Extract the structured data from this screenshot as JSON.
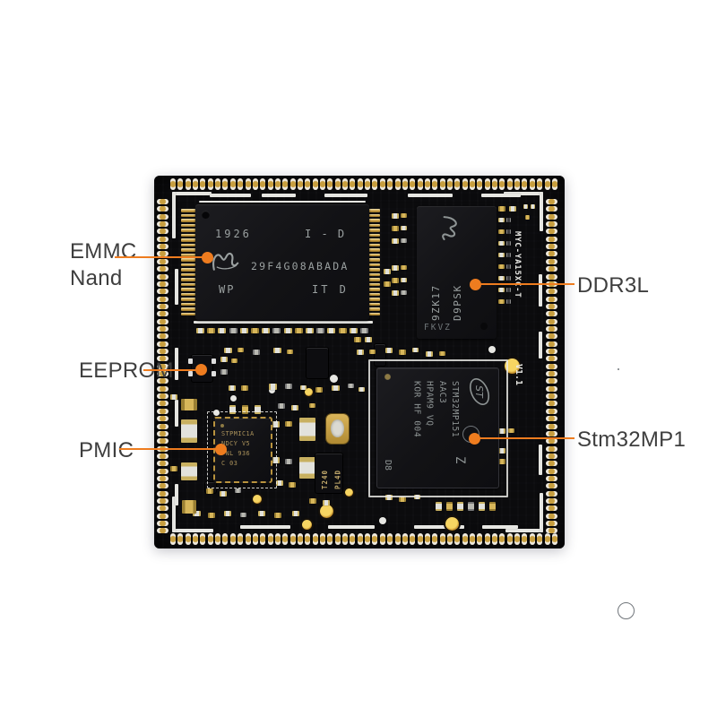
{
  "accent": "#EE7C1F",
  "callouts": {
    "emmc": {
      "label": "EMMC\nNand"
    },
    "eeprom": {
      "label": "EEPROM"
    },
    "pmic": {
      "label": "PMIC"
    },
    "ddr": {
      "label": "DDR3L"
    },
    "cpu": {
      "label": "Stm32MP1"
    }
  },
  "board": {
    "model_silkscreen": "MYC-YA15XC-T",
    "version_silkscreen": "V1.1"
  },
  "chips": {
    "emmc": {
      "date_code": "1926",
      "grade": "I - D",
      "part_number": "29F4G08ABADA",
      "wp_mark": "WP",
      "temp_mark": "IT D",
      "logo": "micron-logo"
    },
    "ddr": {
      "marking": "9ZK17\nD9PSK",
      "lot_code": "FKVZ",
      "logo": "micron-logo"
    },
    "cpu": {
      "marking": "STM32MP151\nAAC3\nHPAM9 VQ\nKOR HF 004",
      "mark_z": "Z",
      "mark_corner": "D8",
      "logo": "st-logo"
    },
    "pmic": {
      "marking": "STPMIC1A\nNDCY V5\nPNL 936\nC 03"
    },
    "xtal_driver": {
      "marking": "T240\nPL4D"
    }
  }
}
